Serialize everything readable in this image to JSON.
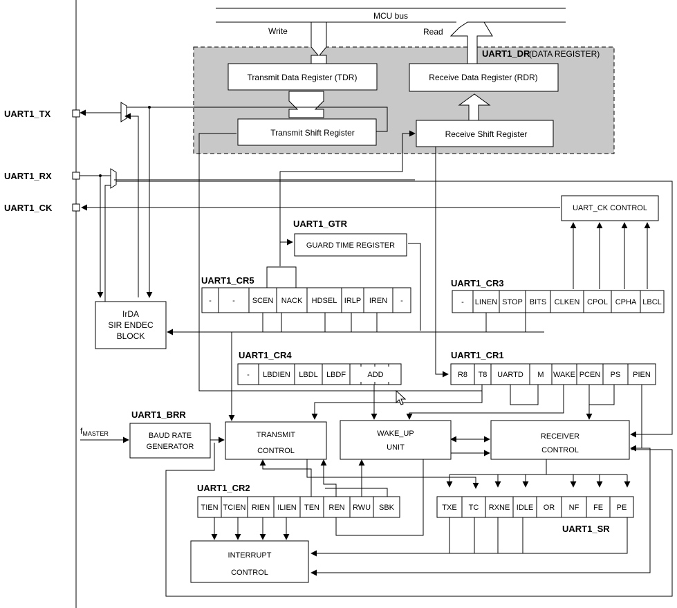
{
  "bus": {
    "label": "MCU bus",
    "write": "Write",
    "read": "Read"
  },
  "data_register": {
    "name": "UART1_DR",
    "suffix": "(DATA REGISTER)"
  },
  "blocks": {
    "tdr": "Transmit Data Register (TDR)",
    "rdr": "Receive Data Register (RDR)",
    "tsr": "Transmit Shift Register",
    "rsr": "Receive Shift Register",
    "ck_control": "UART_CK CONTROL",
    "guard_time": "GUARD TIME REGISTER",
    "irda": [
      "IrDA",
      "SIR ENDEC",
      "BLOCK"
    ],
    "baud": [
      "BAUD RATE",
      "GENERATOR"
    ],
    "tx_control": [
      "TRANSMIT",
      "CONTROL"
    ],
    "wakeup": [
      "WAKE_UP",
      "UNIT"
    ],
    "rx_control": [
      "RECEIVER",
      "CONTROL"
    ],
    "interrupt": [
      "INTERRUPT",
      "CONTROL"
    ]
  },
  "pins": {
    "tx": "UART1_TX",
    "rx": "UART1_RX",
    "ck": "UART1_CK"
  },
  "fmaster": {
    "main": "f",
    "sub": "MASTER"
  },
  "registers": {
    "gtr": {
      "name": "UART1_GTR"
    },
    "cr5": {
      "name": "UART1_CR5",
      "bits": [
        "-",
        "-",
        "SCEN",
        "NACK",
        "HDSEL",
        "IRLP",
        "IREN",
        "-"
      ]
    },
    "cr3": {
      "name": "UART1_CR3",
      "bits": [
        "-",
        "LINEN",
        "STOP",
        "BITS",
        "CLKEN",
        "CPOL",
        "CPHA",
        "LBCL"
      ]
    },
    "cr4": {
      "name": "UART1_CR4",
      "bits": [
        "-",
        "LBDIEN",
        "LBDL",
        "LBDF",
        "ADD"
      ]
    },
    "cr1": {
      "name": "UART1_CR1",
      "bits": [
        "R8",
        "T8",
        "UARTD",
        "M",
        "WAKE",
        "PCEN",
        "PS",
        "PIEN"
      ]
    },
    "brr": {
      "name": "UART1_BRR"
    },
    "cr2": {
      "name": "UART1_CR2",
      "bits": [
        "TIEN",
        "TCIEN",
        "RIEN",
        "ILIEN",
        "TEN",
        "REN",
        "RWU",
        "SBK"
      ]
    },
    "sr": {
      "name": "UART1_SR",
      "bits": [
        "TXE",
        "TC",
        "RXNE",
        "IDLE",
        "OR",
        "NF",
        "FE",
        "PE"
      ]
    }
  }
}
